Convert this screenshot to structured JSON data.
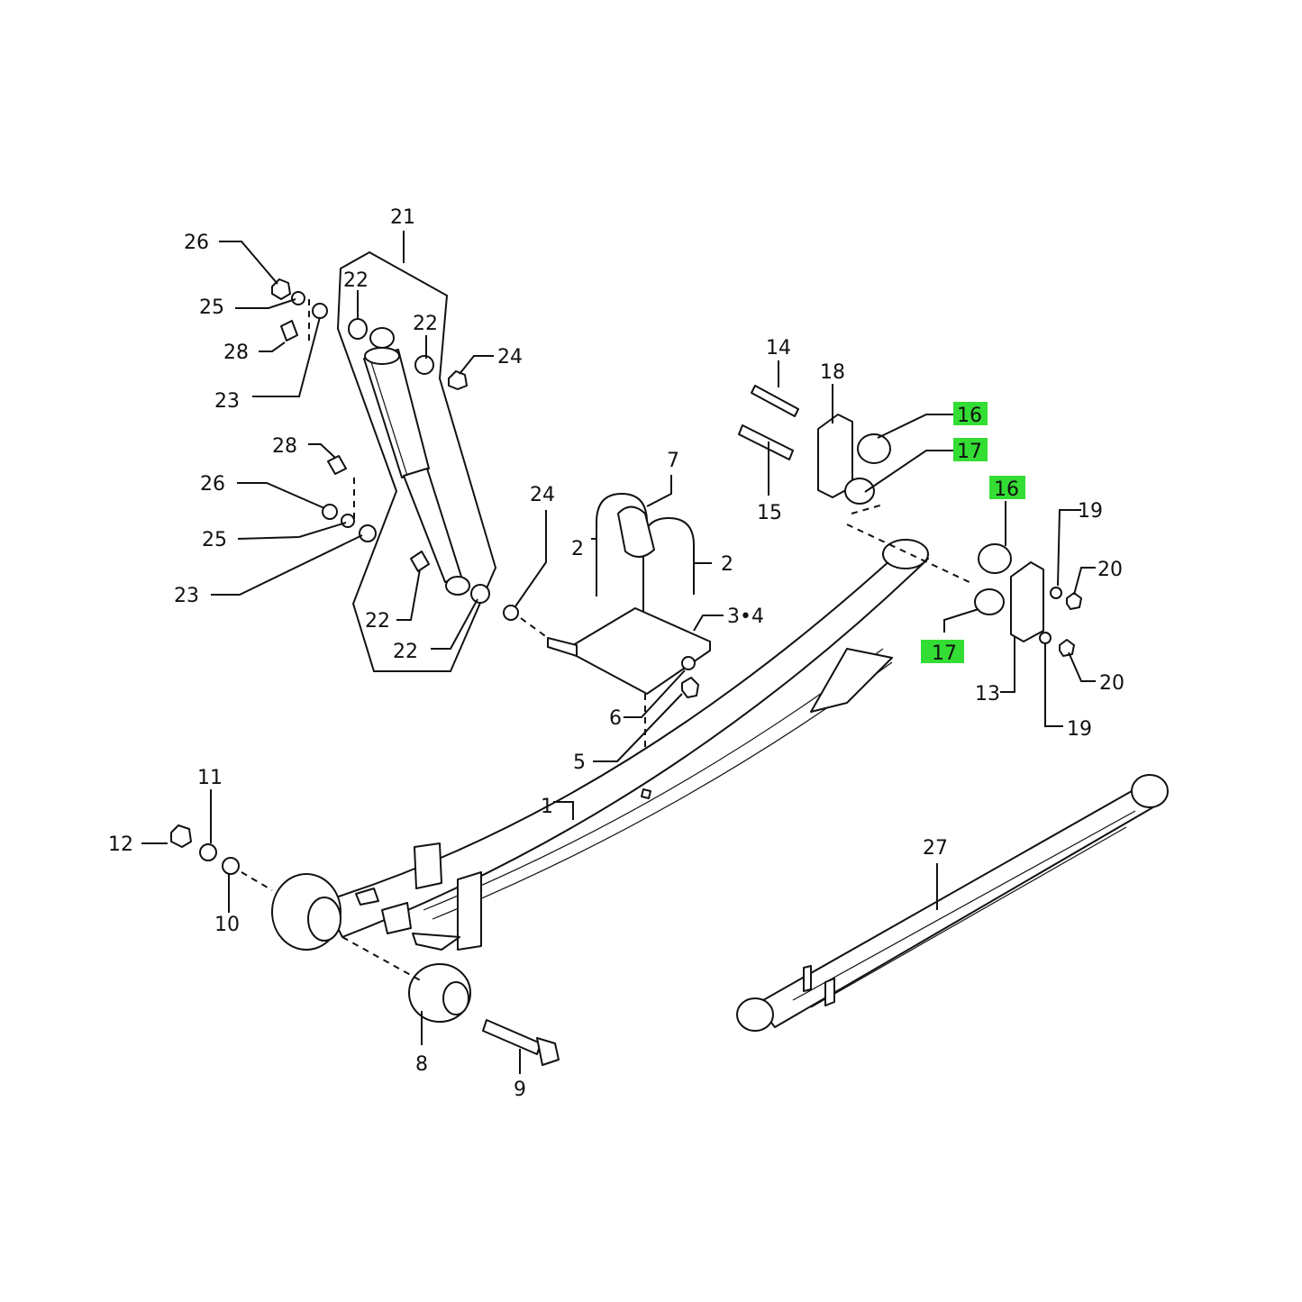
{
  "highlight_color": "#33dd33",
  "callouts": [
    {
      "id": "c1",
      "text": "1"
    },
    {
      "id": "c2a",
      "text": "2"
    },
    {
      "id": "c2b",
      "text": "2"
    },
    {
      "id": "c34",
      "text": "3•4"
    },
    {
      "id": "c5",
      "text": "5"
    },
    {
      "id": "c6",
      "text": "6"
    },
    {
      "id": "c7",
      "text": "7"
    },
    {
      "id": "c8",
      "text": "8"
    },
    {
      "id": "c9",
      "text": "9"
    },
    {
      "id": "c10",
      "text": "10"
    },
    {
      "id": "c11",
      "text": "11"
    },
    {
      "id": "c12",
      "text": "12"
    },
    {
      "id": "c13",
      "text": "13"
    },
    {
      "id": "c14",
      "text": "14"
    },
    {
      "id": "c15",
      "text": "15"
    },
    {
      "id": "c16a",
      "text": "16",
      "highlighted": true
    },
    {
      "id": "c16b",
      "text": "16",
      "highlighted": true
    },
    {
      "id": "c17a",
      "text": "17",
      "highlighted": true
    },
    {
      "id": "c17b",
      "text": "17",
      "highlighted": true
    },
    {
      "id": "c18",
      "text": "18"
    },
    {
      "id": "c19a",
      "text": "19"
    },
    {
      "id": "c19b",
      "text": "19"
    },
    {
      "id": "c20a",
      "text": "20"
    },
    {
      "id": "c20b",
      "text": "20"
    },
    {
      "id": "c21",
      "text": "21"
    },
    {
      "id": "c22a",
      "text": "22"
    },
    {
      "id": "c22b",
      "text": "22"
    },
    {
      "id": "c22c",
      "text": "22"
    },
    {
      "id": "c22d",
      "text": "22"
    },
    {
      "id": "c23a",
      "text": "23"
    },
    {
      "id": "c23b",
      "text": "23"
    },
    {
      "id": "c24a",
      "text": "24"
    },
    {
      "id": "c24b",
      "text": "24"
    },
    {
      "id": "c25a",
      "text": "25"
    },
    {
      "id": "c25b",
      "text": "25"
    },
    {
      "id": "c26a",
      "text": "26"
    },
    {
      "id": "c26b",
      "text": "26"
    },
    {
      "id": "c27",
      "text": "27"
    },
    {
      "id": "c28a",
      "text": "28"
    },
    {
      "id": "c28b",
      "text": "28"
    }
  ]
}
